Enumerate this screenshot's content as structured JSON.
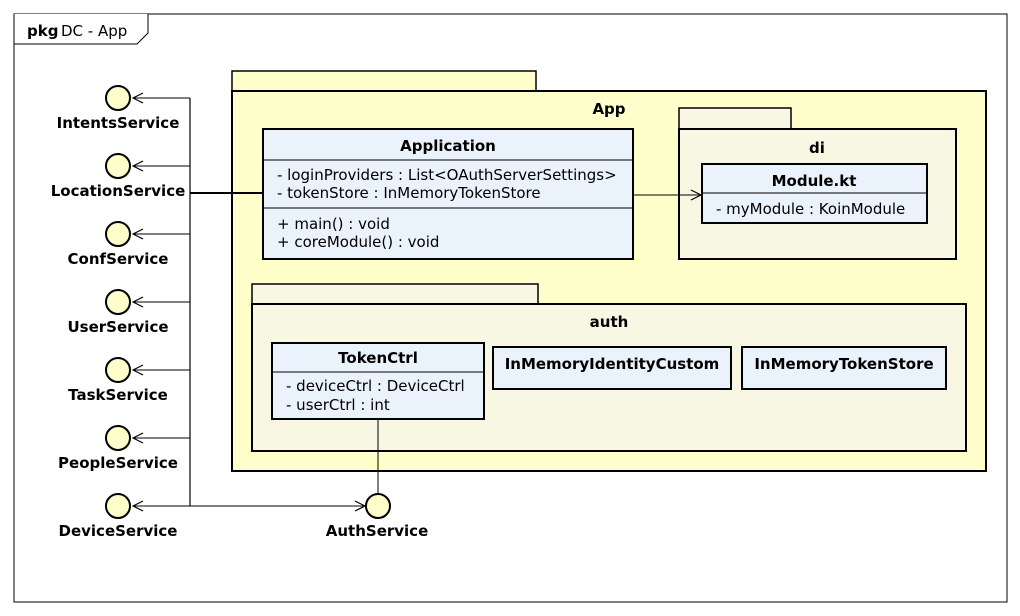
{
  "frame": {
    "keyword": "pkg",
    "name": "DC - App"
  },
  "colors": {
    "package_fill": "#ffffcc",
    "subpackage_fill": "#f7f7e3",
    "class_fill": "#eaf2fb",
    "interface_fill": "#ffffcc",
    "stroke": "#000000"
  },
  "packages": {
    "app": {
      "name": "App"
    },
    "di": {
      "name": "di"
    },
    "auth": {
      "name": "auth"
    }
  },
  "classes": {
    "application": {
      "name": "Application",
      "attributes": [
        "- loginProviders : List<OAuthServerSettings>",
        "- tokenStore : InMemoryTokenStore"
      ],
      "operations": [
        "+ main() : void",
        "+ coreModule() : void"
      ]
    },
    "module_kt": {
      "name": "Module.kt",
      "attributes": [
        "- myModule : KoinModule"
      ]
    },
    "token_ctrl": {
      "name": "TokenCtrl",
      "attributes": [
        "- deviceCtrl : DeviceCtrl",
        "- userCtrl : int"
      ]
    },
    "inmemory_identity_custom": {
      "name": "InMemoryIdentityCustom"
    },
    "inmemory_token_store": {
      "name": "InMemoryTokenStore"
    }
  },
  "interfaces": [
    {
      "id": "intents",
      "name": "IntentsService"
    },
    {
      "id": "location",
      "name": "LocationService"
    },
    {
      "id": "conf",
      "name": "ConfService"
    },
    {
      "id": "user",
      "name": "UserService"
    },
    {
      "id": "task",
      "name": "TaskService"
    },
    {
      "id": "people",
      "name": "PeopleService"
    },
    {
      "id": "device",
      "name": "DeviceService"
    },
    {
      "id": "auth",
      "name": "AuthService"
    }
  ]
}
